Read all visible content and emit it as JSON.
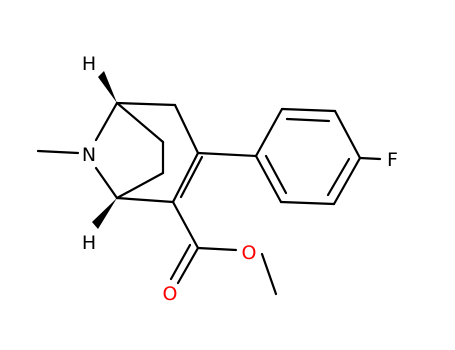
{
  "molecule": {
    "atoms": {
      "n1": {
        "symbol": "N",
        "color": "#000000"
      },
      "h_top": {
        "symbol": "H",
        "color": "#000000"
      },
      "h_bottom": {
        "symbol": "H",
        "color": "#000000"
      },
      "f1": {
        "symbol": "F",
        "color": "#000000"
      },
      "o_carbonyl": {
        "symbol": "O",
        "color": "#ff0000"
      },
      "o_ester": {
        "symbol": "O",
        "color": "#ff0000"
      }
    },
    "bond_color": "#000000",
    "background": "#ffffff"
  }
}
